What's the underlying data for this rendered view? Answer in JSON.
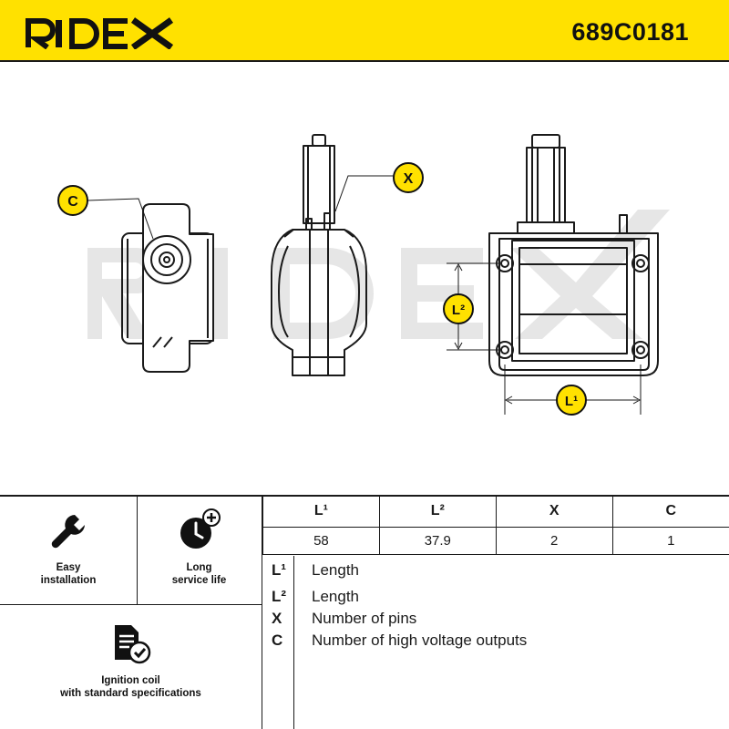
{
  "header": {
    "brand": "RIDEX",
    "part_number": "689C0181",
    "accent_color": "#ffe100"
  },
  "drawing": {
    "watermark": "RIDEX",
    "callouts": {
      "c": "C",
      "x": "X",
      "l1": "L¹",
      "l2": "L²"
    }
  },
  "features": [
    {
      "icon": "wrench-icon",
      "label_line1": "Easy",
      "label_line2": "installation"
    },
    {
      "icon": "clock-plus-icon",
      "label_line1": "Long",
      "label_line2": "service life"
    },
    {
      "icon": "document-check-icon",
      "label_line1": "Ignition coil",
      "label_line2": "with standard specifications"
    }
  ],
  "spec_table": {
    "headers": [
      "L¹",
      "L²",
      "X",
      "C"
    ],
    "values": [
      "58",
      "37.9",
      "2",
      "1"
    ]
  },
  "legend": [
    {
      "key": "L¹",
      "text": "Length"
    },
    {
      "key": "L²",
      "text": "Length"
    },
    {
      "key": "X",
      "text": "Number of pins"
    },
    {
      "key": "C",
      "text": "Number of high voltage outputs"
    }
  ]
}
